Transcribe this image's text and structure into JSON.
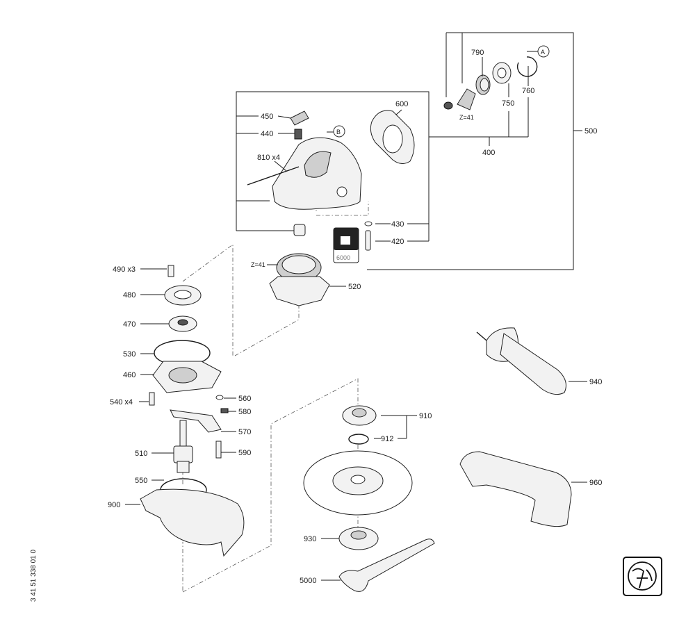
{
  "labels": {
    "p500": "500",
    "p790": "790",
    "pA": "A",
    "p760": "760",
    "p750": "750",
    "z41a": "Z=41",
    "p400": "400",
    "p600": "600",
    "p450": "450",
    "p440": "440",
    "pB": "B",
    "p810": "810 x4",
    "p430": "430",
    "p420": "420",
    "p6000": "6000",
    "z41b": "Z=41",
    "p520": "520",
    "p490": "490 x3",
    "p480": "480",
    "p470": "470",
    "p530": "530",
    "p460": "460",
    "p540": "540 x4",
    "p560": "560",
    "p580": "580",
    "p570": "570",
    "p510": "510",
    "p590": "590",
    "p550": "550",
    "p900": "900",
    "p910": "910",
    "p912": "912",
    "p930": "930",
    "p5000": "5000",
    "p940": "940",
    "p960": "960"
  },
  "doc_number": "3 41 51 338 01 0",
  "logo_icon": "fein-logo-icon",
  "colors": {
    "line": "#1a1a1a",
    "part_fill": "#f2f2f2",
    "part_dark": "#555555"
  }
}
